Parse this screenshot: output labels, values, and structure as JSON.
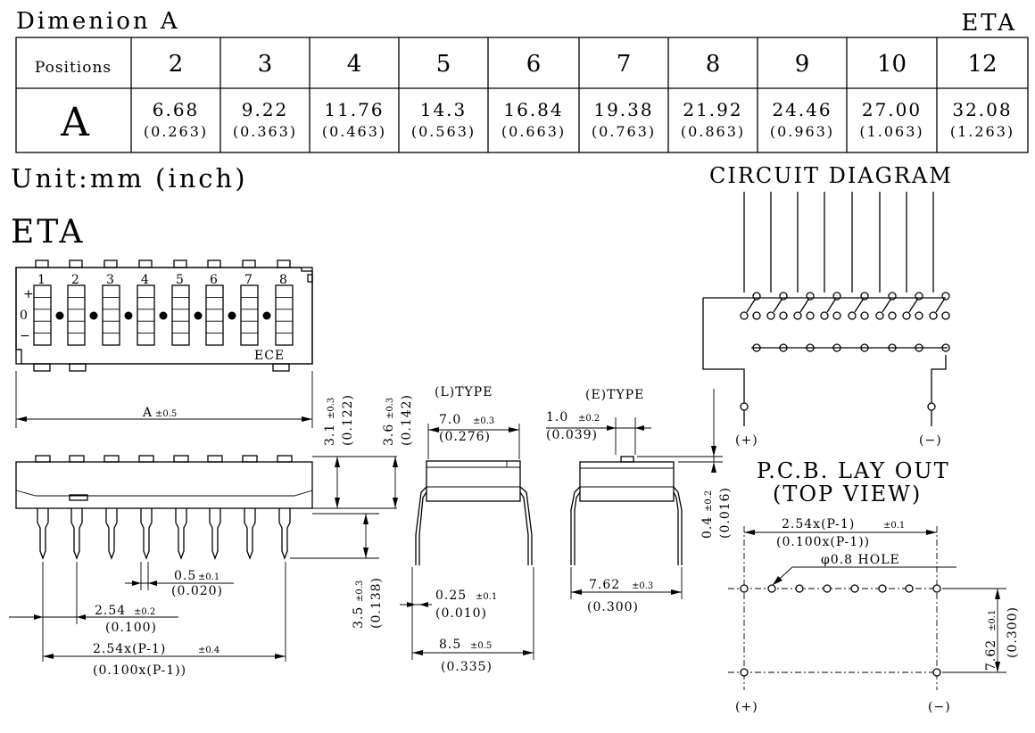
{
  "header": {
    "title": "Dimenion A",
    "brand": "ETA"
  },
  "table": {
    "row1_label": "Positions",
    "positions": [
      "2",
      "3",
      "4",
      "5",
      "6",
      "7",
      "8",
      "9",
      "10",
      "12"
    ],
    "row2_label": "A",
    "mm": [
      "6.68",
      "9.22",
      "11.76",
      "14.3",
      "16.84",
      "19.38",
      "21.92",
      "24.46",
      "27.00",
      "32.08"
    ],
    "inch": [
      "(0.263)",
      "(0.363)",
      "(0.463)",
      "(0.563)",
      "(0.663)",
      "(0.763)",
      "(0.863)",
      "(0.963)",
      "(1.063)",
      "(1.263)"
    ]
  },
  "unit": "Unit:mm (inch)",
  "brand_label": "ETA",
  "top_view": {
    "numbers": [
      "1",
      "2",
      "3",
      "4",
      "5",
      "6",
      "7",
      "8"
    ],
    "plus": "+",
    "zero": "0",
    "minus": "−",
    "maker": "ECE"
  },
  "side_view": {
    "a_label": "A",
    "a_tol": "±0.5",
    "h1": "3.1",
    "h1_tol": "±0.3",
    "h1_in": "(0.122)",
    "h2": "3.6",
    "h2_tol": "±0.3",
    "h2_in": "(0.142)",
    "lead_len": "3.5",
    "lead_tol": "±0.3",
    "lead_in": "(0.138)",
    "lead_w": "0.5",
    "lead_w_tol": "±0.1",
    "lead_w_in": "(0.020)",
    "pitch": "2.54",
    "pitch_tol": "±0.2",
    "pitch_in": "(0.100)",
    "span": "2.54x(P-1)",
    "span_tol": "±0.4",
    "span_in": "(0.100x(P-1))"
  },
  "l_type": {
    "title": "(L)TYPE",
    "width": "7.0",
    "width_tol": "±0.3",
    "width_in": "(0.276)",
    "thick": "0.25",
    "thick_tol": "±0.1",
    "thick_in": "(0.010)",
    "foot": "8.5",
    "foot_tol": "±0.5",
    "foot_in": "(0.335)"
  },
  "e_type": {
    "title": "(E)TYPE",
    "act": "1.0",
    "act_tol": "±0.2",
    "act_in": "(0.039)",
    "act_h": "0.4",
    "act_h_tol": "±0.2",
    "act_h_in": "(0.016)",
    "row": "7.62",
    "row_tol": "±0.3",
    "row_in": "(0.300)"
  },
  "circuit": {
    "title": "CIRCUIT DIAGRAM",
    "plus": "(+)",
    "minus": "(−)"
  },
  "pcb": {
    "title1": "P.C.B. LAY OUT",
    "title2": "(TOP VIEW)",
    "span": "2.54x(P-1)",
    "span_tol": "±0.1",
    "span_in": "(0.100x(P-1))",
    "hole": "φ0.8 HOLE",
    "row": "7.62",
    "row_tol": "±0.1",
    "row_in": "(0.300)",
    "plus": "(+)",
    "minus": "(−)"
  }
}
